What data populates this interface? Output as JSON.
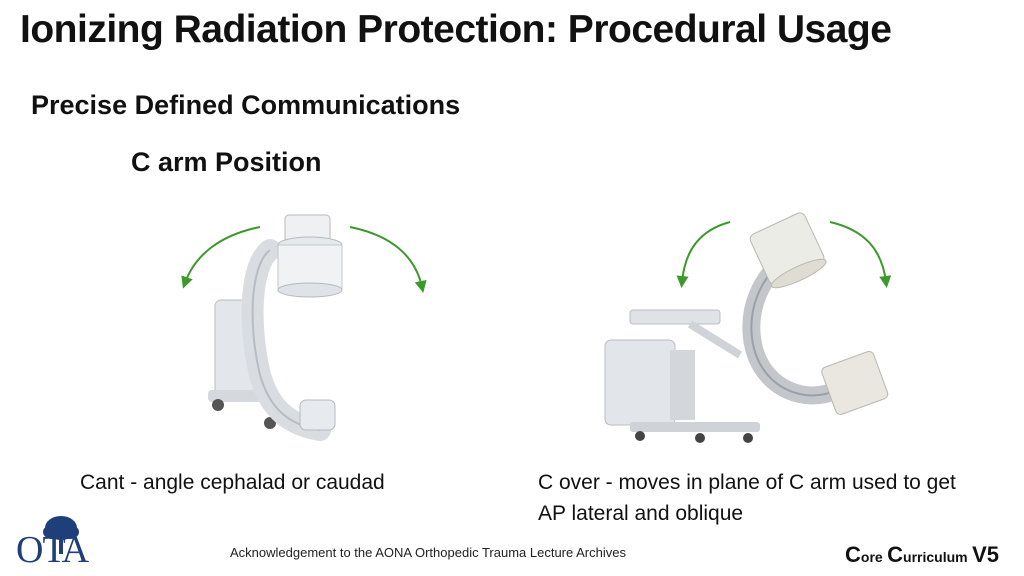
{
  "slide": {
    "title": "Ionizing Radiation Protection: Procedural Usage",
    "subtitle": "Precise Defined Communications",
    "section": "C arm Position"
  },
  "left_figure": {
    "caption": "Cant - angle cephalad or caudad",
    "arrow_color": "#3a9a2a"
  },
  "right_figure": {
    "caption": "C over - moves in plane of C arm used to get AP lateral and oblique",
    "arrow_color": "#3a9a2a"
  },
  "footer": {
    "logo_text": "OTA",
    "acknowledgement": "Acknowledgement to the AONA Orthopedic Trauma Lecture Archives",
    "brand_c1": "C",
    "brand_ore": "ore",
    "brand_c2": "C",
    "brand_urriculum": "urriculum",
    "brand_version": "V5"
  }
}
